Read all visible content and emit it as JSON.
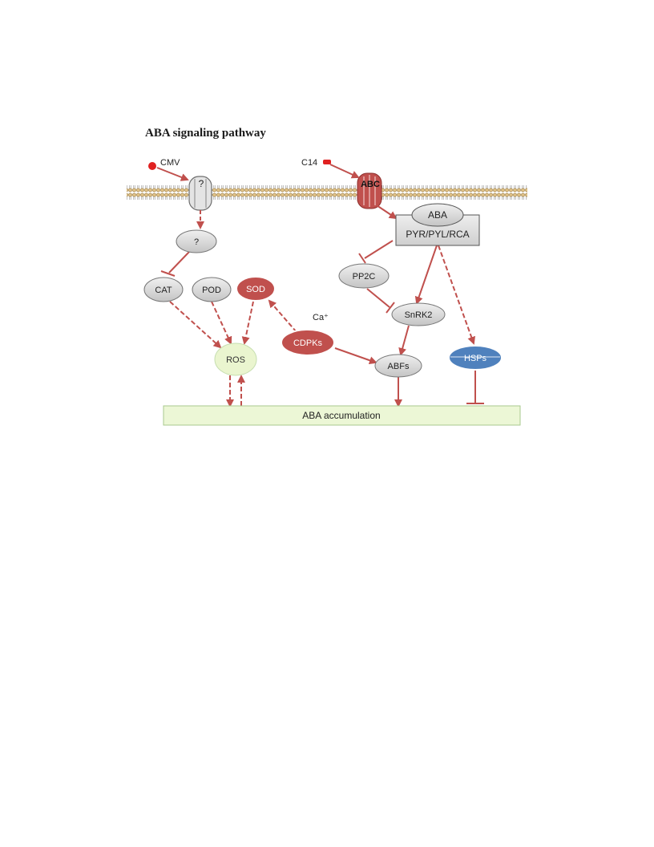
{
  "title": "ABA signaling pathway",
  "labels": {
    "cmv": "CMV",
    "c14": "C14",
    "channel_unknown": "?",
    "abc": "ABC",
    "aba": "ABA",
    "receptor": "PYR/PYL/RCA",
    "unknown": "?",
    "pp2c": "PP2C",
    "snrk2": "SnRK2",
    "cat": "CAT",
    "pod": "POD",
    "sod": "SOD",
    "ca": "Ca⁺",
    "cdpks": "CDPKs",
    "ros": "ROS",
    "abfs": "ABFs",
    "hsps": "HSPs",
    "aba_accumulation": "ABA accumulation"
  },
  "colors": {
    "arrow": "#c0504d",
    "gray_node": "#d4d4d4",
    "red_node": "#c0504d",
    "blue_node": "#4f81bd",
    "ros_node": "#eaf5cf",
    "accumulation_bar": "#ecf7d6",
    "membrane_head": "#e2c48a"
  },
  "edges": [
    {
      "from": "CMV",
      "to": "channel",
      "type": "activation",
      "style": "solid"
    },
    {
      "from": "C14",
      "to": "ABC",
      "type": "activation",
      "style": "solid"
    },
    {
      "from": "channel",
      "to": "?",
      "type": "activation",
      "style": "dashed"
    },
    {
      "from": "ABC",
      "to": "PYR/PYL/RCA",
      "type": "activation",
      "style": "solid"
    },
    {
      "from": "?",
      "to": "CAT",
      "type": "inhibition",
      "style": "solid"
    },
    {
      "from": "PYR/PYL/RCA",
      "to": "PP2C",
      "type": "inhibition",
      "style": "solid"
    },
    {
      "from": "PYR/PYL/RCA",
      "to": "SnRK2",
      "type": "activation",
      "style": "solid"
    },
    {
      "from": "PYR/PYL/RCA",
      "to": "HSPs",
      "type": "activation",
      "style": "dashed"
    },
    {
      "from": "PP2C",
      "to": "SnRK2",
      "type": "inhibition",
      "style": "solid"
    },
    {
      "from": "SnRK2",
      "to": "ABFs",
      "type": "activation",
      "style": "solid"
    },
    {
      "from": "CAT",
      "to": "ROS",
      "type": "activation",
      "style": "dashed"
    },
    {
      "from": "POD",
      "to": "ROS",
      "type": "activation",
      "style": "dashed"
    },
    {
      "from": "SOD",
      "to": "ROS",
      "type": "activation",
      "style": "dashed"
    },
    {
      "from": "CDPKs",
      "to": "SOD",
      "type": "activation",
      "style": "dashed"
    },
    {
      "from": "CDPKs",
      "to": "ABFs",
      "type": "activation",
      "style": "solid"
    },
    {
      "from": "ROS",
      "to": "ABA accumulation",
      "type": "activation",
      "style": "dashed"
    },
    {
      "from": "ABA accumulation",
      "to": "ROS",
      "type": "activation",
      "style": "dashed"
    },
    {
      "from": "ABFs",
      "to": "ABA accumulation",
      "type": "activation",
      "style": "solid"
    },
    {
      "from": "HSPs",
      "to": "ABA accumulation",
      "type": "inhibition",
      "style": "solid"
    }
  ]
}
